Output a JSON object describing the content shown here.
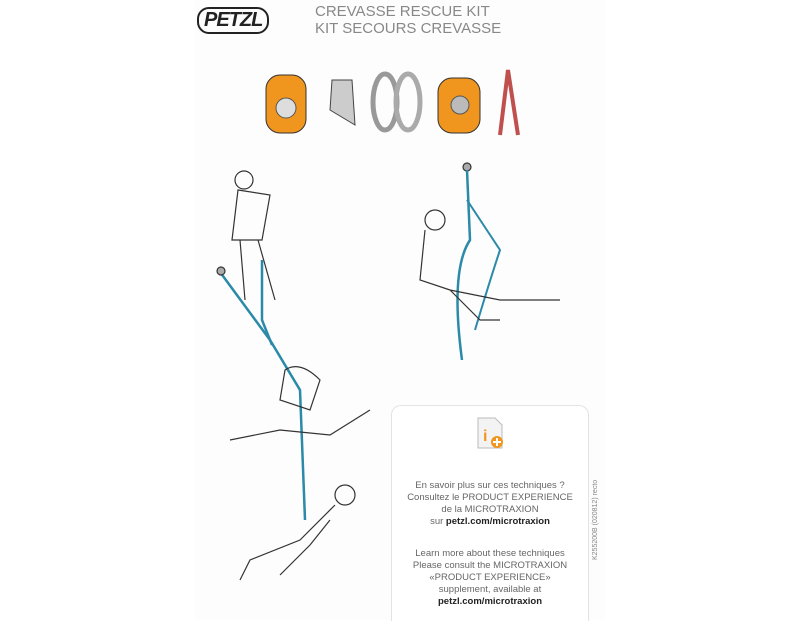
{
  "brand": "PETZL",
  "title": {
    "en": "CREVASSE RESCUE KIT",
    "fr": "KIT SECOURS CREVASSE"
  },
  "info_box": {
    "fr": [
      "En savoir plus sur ces techniques ?",
      "Consultez le PRODUCT EXPERIENCE",
      "de la MICROTRAXION",
      "sur ",
      "petzl.com/microtraxion"
    ],
    "en": [
      "Learn more about these techniques",
      "Please consult the MICROTRAXION",
      "«PRODUCT EXPERIENCE»",
      "supplement, available at",
      "petzl.com/microtraxion"
    ]
  },
  "reference": "K255200B (020812) recto",
  "colors": {
    "orange": "#f0961e",
    "rope": "#2a8aa8"
  }
}
